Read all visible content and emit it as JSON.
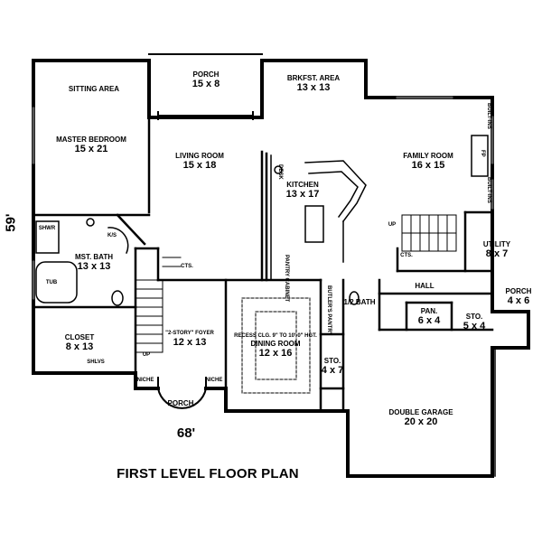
{
  "title": "FIRST LEVEL FLOOR PLAN",
  "dimensions": {
    "width": "68'",
    "depth": "59'"
  },
  "rooms": {
    "porch_top": {
      "name": "PORCH",
      "size": "15 x 8"
    },
    "brkfst": {
      "name": "BRKFST. AREA",
      "size": "13 x 13"
    },
    "sitting": {
      "name": "SITTING AREA"
    },
    "master": {
      "name": "MASTER BEDROOM",
      "size": "15 x 21"
    },
    "living": {
      "name": "LIVING ROOM",
      "size": "15 x 18"
    },
    "kitchen": {
      "name": "KITCHEN",
      "size": "13 x 17"
    },
    "family": {
      "name": "FAMILY ROOM",
      "size": "16 x 15"
    },
    "mst_bath": {
      "name": "MST. BATH",
      "size": "13 x 13"
    },
    "utility": {
      "name": "UTILITY",
      "size": "8 x 7"
    },
    "porch_right": {
      "name": "PORCH",
      "size": "4 x 6"
    },
    "closet": {
      "name": "CLOSET",
      "size": "8 x 13"
    },
    "foyer": {
      "name": "\"2-STORY\" FOYER",
      "size": "12 x 13"
    },
    "dining": {
      "name": "DINING ROOM",
      "size": "12 x 16"
    },
    "half_bath": {
      "name": "1/2 BATH"
    },
    "pan": {
      "name": "PAN.",
      "size": "6 x 4"
    },
    "sto_small": {
      "name": "STO.",
      "size": "5 x 4"
    },
    "sto_garage": {
      "name": "STO.",
      "size": "4 x 7"
    },
    "garage": {
      "name": "DOUBLE GARAGE",
      "size": "20 x 20"
    },
    "porch_front": {
      "name": "PORCH"
    },
    "hall": {
      "name": "HALL"
    }
  },
  "notes": {
    "cts_left": "CTS.",
    "cts_right": "CTS.",
    "recess": "RECESS CLG. 9\" TO 10'-0\" HGT.",
    "butlers": "BUTLER'S PANTRY",
    "pantry_cabinet": "PANTRY CABINET",
    "desk": "DESK",
    "shwr": "SHWR",
    "tub": "TUB",
    "ks": "K/S",
    "shlvs": "SHLVS",
    "niche_left": "NICHE",
    "niche_right": "NICHE",
    "up_stair": "UP",
    "up_family": "UP",
    "built_ins_top": "BUILT-INS",
    "built_ins_bottom": "BUILT-INS",
    "fp": "FP"
  }
}
